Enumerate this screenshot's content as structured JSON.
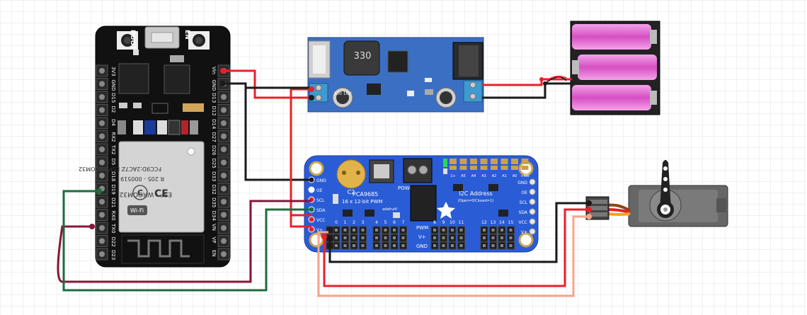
{
  "esp32": {
    "boot_label": "BOOT",
    "en_label": "EN",
    "left_pins": [
      "3V3",
      "GND",
      "D15",
      "D2",
      "D4",
      "RX2",
      "TX2",
      "D5",
      "D18",
      "D19",
      "D21",
      "RX0",
      "TX0",
      "D22",
      "D23"
    ],
    "right_pins": [
      "Vin",
      "GND",
      "D13",
      "D12",
      "D14",
      "D27",
      "D26",
      "D25",
      "D33",
      "D32",
      "D35",
      "D34",
      "VN",
      "VP",
      "EN"
    ],
    "module_id": "FCC9D:2AC7Z ESPWROOM32",
    "module_cert": "R 205 - 000519",
    "module_name": "ESP - WROOM32",
    "wifi_logo": "Wi-Fi"
  },
  "buck": {
    "inductor_label": "330",
    "cap_label": "100 16V"
  },
  "pca9685": {
    "left_labels": [
      "GND",
      "OE",
      "SCL",
      "SDA",
      "VCC",
      "V+"
    ],
    "right_labels": [
      "GND",
      "OE",
      "SCL",
      "SDA",
      "VCC",
      "V+"
    ],
    "c2_label": "C2",
    "title": "PCA9685",
    "subtitle": "16 x 12-bit PWM",
    "power_label": "POWER",
    "addr_pins": [
      "1+",
      "A5",
      "A4",
      "A3",
      "A2",
      "A1",
      "A0",
      "+RW"
    ],
    "addr_title": "I2C Address",
    "addr_sub": "(Open=0/Closed=1)",
    "brand": "adafruit!",
    "gnd_v_labels": [
      "GND",
      "V+"
    ],
    "channels": [
      "0",
      "1",
      "2",
      "3",
      "4",
      "5",
      "6",
      "7",
      "8",
      "9",
      "10",
      "11",
      "12",
      "13",
      "14",
      "15"
    ],
    "row_labels": [
      "PWM",
      "V+",
      "GND"
    ]
  },
  "colors": {
    "red": "#e8202a",
    "black": "#1a1a1a",
    "green": "#1d6b3e",
    "maroon": "#8a1538",
    "salmon": "#f7a58a",
    "board_blue": "#2a5cd6",
    "buck_blue": "#3b6fc4",
    "battery_pink": "#e667d4"
  }
}
